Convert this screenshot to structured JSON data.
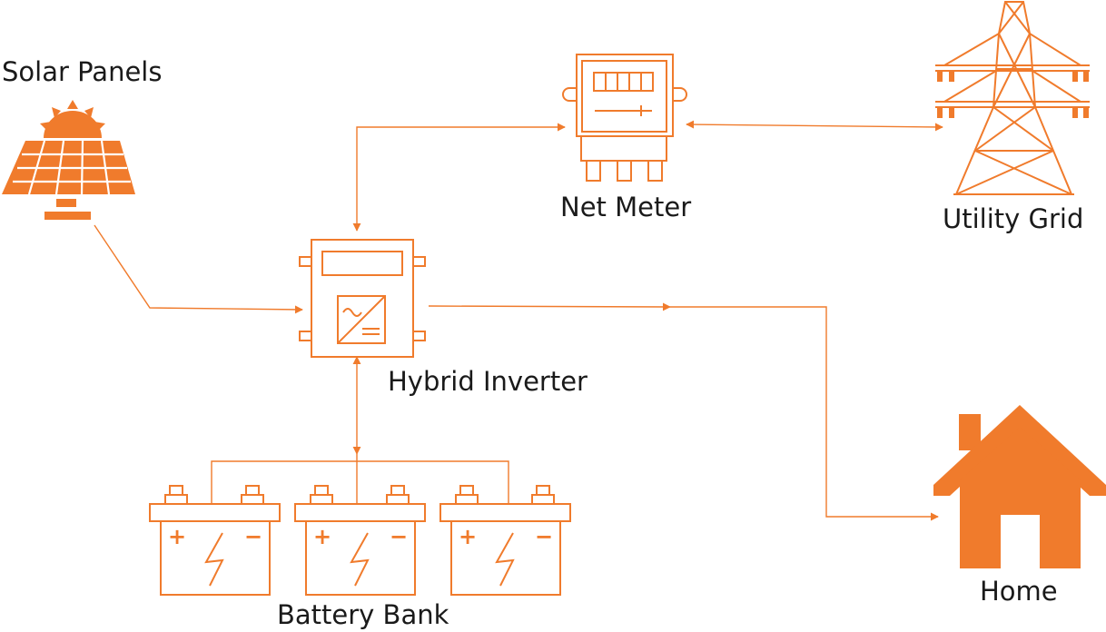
{
  "colors": {
    "accent": "#f07b2c",
    "text": "#1a1a1a",
    "background": "#ffffff"
  },
  "nodes": {
    "solar_panels": {
      "label": "Solar Panels",
      "icon": "solar-panel-icon"
    },
    "net_meter": {
      "label": "Net Meter",
      "icon": "meter-icon"
    },
    "utility_grid": {
      "label": "Utility Grid",
      "icon": "transmission-tower-icon"
    },
    "hybrid_inverter": {
      "label": "Hybrid Inverter",
      "icon": "inverter-icon"
    },
    "home": {
      "label": "Home",
      "icon": "house-icon"
    },
    "battery_bank": {
      "label": "Battery Bank",
      "icon": "battery-icon"
    }
  },
  "batteries": [
    {
      "plus": "+",
      "minus": "−"
    },
    {
      "plus": "+",
      "minus": "−"
    },
    {
      "plus": "+",
      "minus": "−"
    }
  ],
  "connections": [
    {
      "from": "solar_panels",
      "to": "hybrid_inverter",
      "direction": "one-way"
    },
    {
      "from": "hybrid_inverter",
      "to": "net_meter",
      "direction": "two-way"
    },
    {
      "from": "net_meter",
      "to": "utility_grid",
      "direction": "two-way"
    },
    {
      "from": "hybrid_inverter",
      "to": "home",
      "direction": "one-way"
    },
    {
      "from": "hybrid_inverter",
      "to": "battery_bank",
      "direction": "two-way"
    }
  ]
}
